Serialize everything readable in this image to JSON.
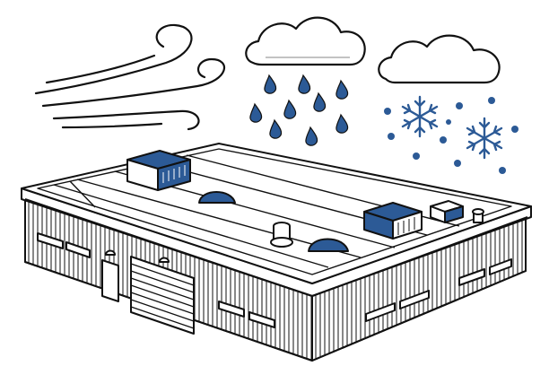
{
  "illustration": {
    "subject": "flat-roof-commercial-building",
    "weather": [
      "wind",
      "rain",
      "snow"
    ],
    "icons": [
      "wind-icon",
      "rain-cloud-icon",
      "snow-cloud-icon",
      "snowflake-icon",
      "raindrop-icon"
    ]
  },
  "colors": {
    "outline": "#111111",
    "accent": "#2c5a96",
    "background": "#ffffff",
    "roof": "#ffffff"
  }
}
